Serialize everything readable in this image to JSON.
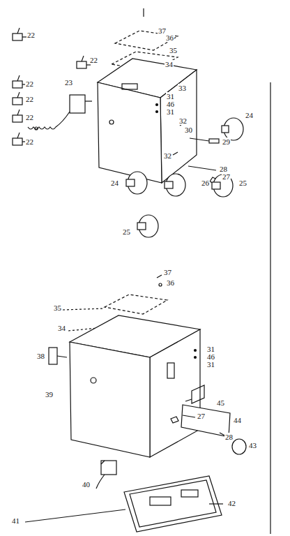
{
  "diagram": {
    "labels": [
      "22",
      "37",
      "36",
      "35",
      "22",
      "34",
      "22",
      "23",
      "33",
      "31",
      "46",
      "22",
      "31",
      "22",
      "32",
      "24",
      "30",
      "22",
      "29",
      "32",
      "28",
      "24",
      "26",
      "27",
      "25",
      "25",
      "37",
      "36",
      "35",
      "34",
      "38",
      "31",
      "46",
      "31",
      "39",
      "45",
      "27",
      "44",
      "28",
      "43",
      "40",
      "42",
      "41"
    ]
  }
}
